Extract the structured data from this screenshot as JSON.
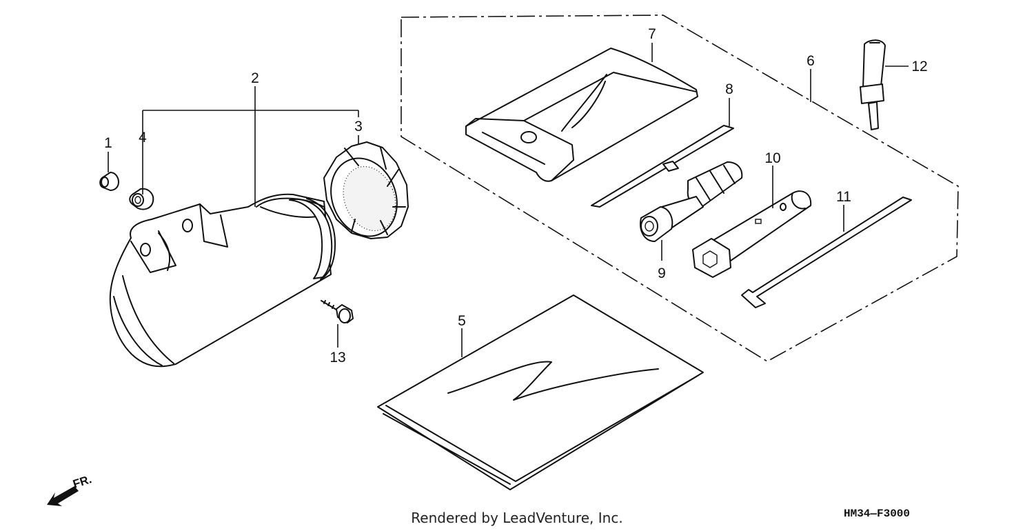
{
  "callouts": {
    "c1": "1",
    "c2": "2",
    "c3": "3",
    "c4": "4",
    "c5": "5",
    "c6": "6",
    "c7": "7",
    "c8": "8",
    "c9": "9",
    "c10": "10",
    "c11": "11",
    "c12": "12",
    "c13": "13"
  },
  "front_arrow": {
    "label": "FR."
  },
  "footer": {
    "credit": "Rendered by LeadVenture, Inc.",
    "diagram_code": "HM34—F3000"
  }
}
